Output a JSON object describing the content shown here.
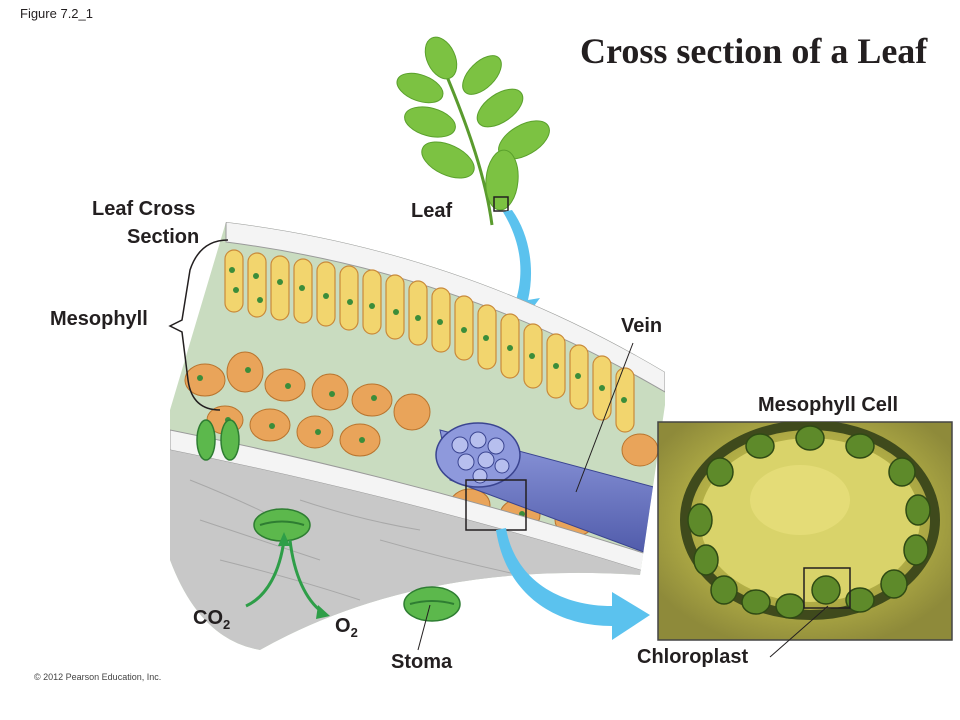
{
  "figure_label": "Figure 7.2_1",
  "title": "Cross section of a Leaf",
  "copyright": "© 2012 Pearson Education, Inc.",
  "labels": {
    "leaf_cross_section_line1": "Leaf Cross",
    "leaf_cross_section_line2": "Section",
    "leaf": "Leaf",
    "mesophyll": "Mesophyll",
    "vein": "Vein",
    "mesophyll_cell": "Mesophyll Cell",
    "co2_base": "CO",
    "co2_sub": "2",
    "o2_base": "O",
    "o2_sub": "2",
    "stoma": "Stoma",
    "chloroplast": "Chloroplast"
  },
  "colors": {
    "leaf_green": "#7cc242",
    "arrow_blue": "#5bc2ee",
    "arrow_green": "#2e9e48",
    "mesophyll_bg": "#c9dcc0",
    "cell_yellow": "#f2d56e",
    "cell_orange": "#e9a45a",
    "chloroplast_green": "#3b8d3a",
    "vein_blue": "#6d78c4",
    "epidermis_gray": "#c8c8c8"
  }
}
